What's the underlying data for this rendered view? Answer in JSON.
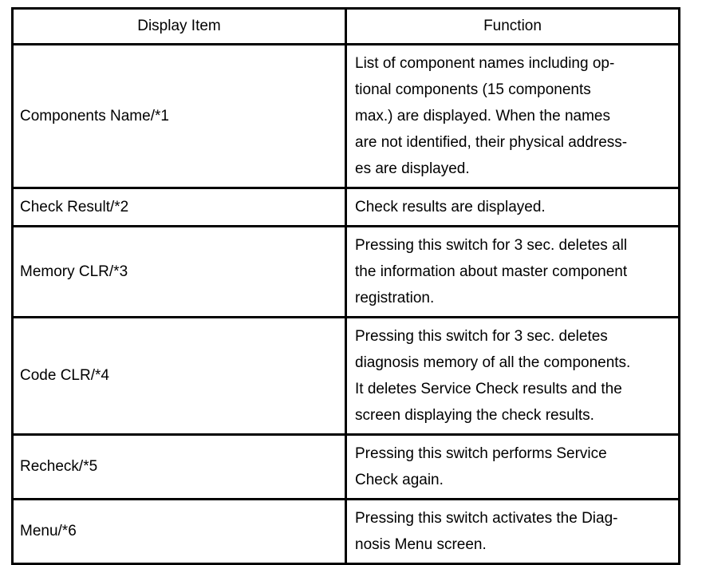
{
  "page": {
    "background_color": "#ffffff",
    "text_color": "#000000",
    "border_color": "#000000"
  },
  "table": {
    "headers": [
      "Display Item",
      "Function"
    ],
    "rows": [
      {
        "item": "Components Name/*1",
        "function": "List of component names including op-\ntional components (15 components\nmax.) are displayed. When the names\nare not identified, their physical address-\nes are displayed."
      },
      {
        "item": "Check Result/*2",
        "function": "Check results are displayed."
      },
      {
        "item": "Memory CLR/*3",
        "function": "Pressing this switch for 3 sec. deletes all\nthe information about master component\nregistration."
      },
      {
        "item": "Code CLR/*4",
        "function": "Pressing this switch for 3 sec. deletes\ndiagnosis memory of all the components.\nIt deletes Service Check results and the\nscreen displaying the check results."
      },
      {
        "item": "Recheck/*5",
        "function": "Pressing this switch performs Service\nCheck again."
      },
      {
        "item": "Menu/*6",
        "function": "Pressing this switch activates the Diag-\nnosis Menu screen."
      }
    ]
  }
}
